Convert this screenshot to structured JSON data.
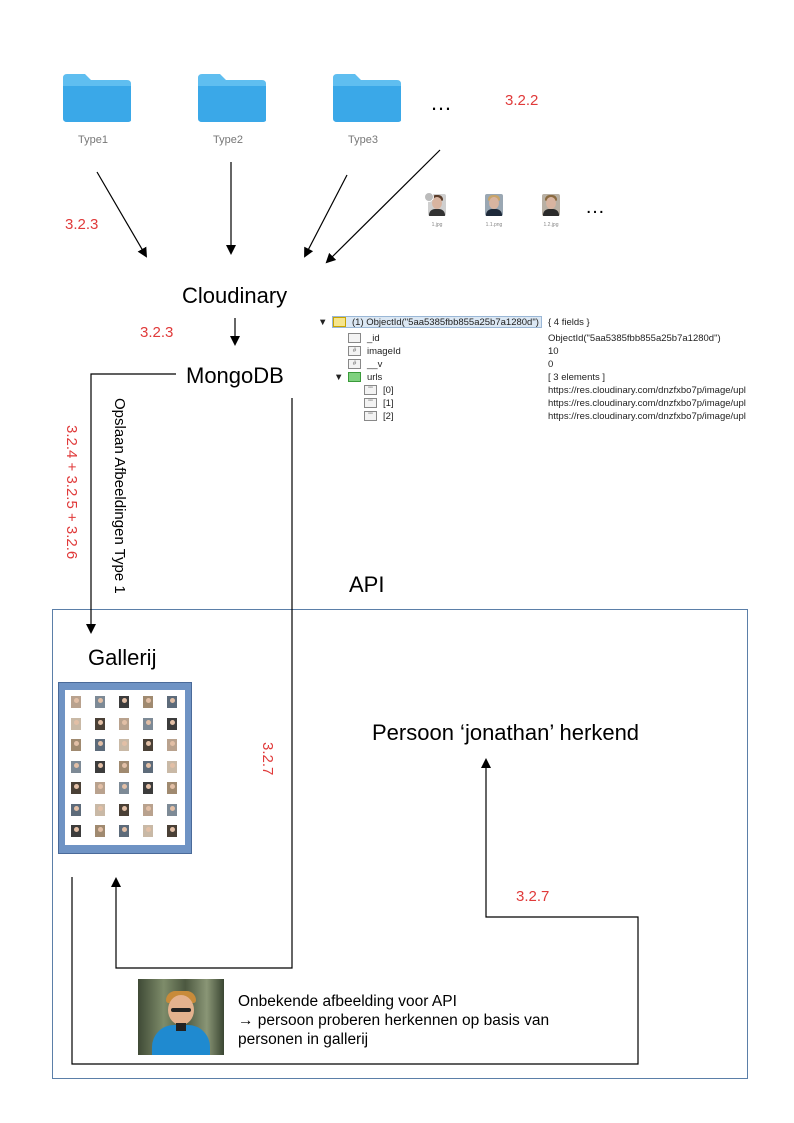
{
  "folders": [
    {
      "label": "Type1"
    },
    {
      "label": "Type2"
    },
    {
      "label": "Type3"
    }
  ],
  "folder_ellipsis": "…",
  "refs": {
    "r322": "3.2.2",
    "r323a": "3.2.3",
    "r323b": "3.2.3",
    "r324": "3.2.4 + 3.2.5 + 3.2.6",
    "r327a": "3.2.7",
    "r327b": "3.2.7"
  },
  "image_files": [
    {
      "caption": "1.jpg"
    },
    {
      "caption": "1.1.png"
    },
    {
      "caption": "1.2.jpg"
    }
  ],
  "image_ellipsis": "…",
  "nodes": {
    "cloudinary": "Cloudinary",
    "mongodb": "MongoDB",
    "api": "API",
    "gallery": "Gallerij",
    "result": "Persoon ‘jonathan’ herkend"
  },
  "edge_label": "Opslaan Afbeeldingen Type 1",
  "mongo_doc": {
    "rows": [
      {
        "key": "(1) ObjectId(\"5aa5385fbb855a25b7a1280d\")",
        "value": "{ 4 fields }"
      },
      {
        "key": "_id",
        "value": "ObjectId(\"5aa5385fbb855a25b7a1280d\")"
      },
      {
        "key": "imageId",
        "value": "10"
      },
      {
        "key": "__v",
        "value": "0"
      },
      {
        "key": "urls",
        "value": "[ 3 elements ]"
      },
      {
        "key": "[0]",
        "value": "https://res.cloudinary.com/dnzfxbo7p/image/upl"
      },
      {
        "key": "[1]",
        "value": "https://res.cloudinary.com/dnzfxbo7p/image/upl"
      },
      {
        "key": "[2]",
        "value": "https://res.cloudinary.com/dnzfxbo7p/image/upl"
      }
    ]
  },
  "caption": {
    "line1": "Onbekende afbeelding voor API",
    "line2": "→ persoon proberen herkennen op basis van",
    "line3": "personen in gallerij"
  },
  "colors": {
    "folder": "#3aa8e8",
    "ref": "#e03a3a",
    "api_border": "#5b7fa8",
    "gallery_frame": "#6f93c4"
  }
}
